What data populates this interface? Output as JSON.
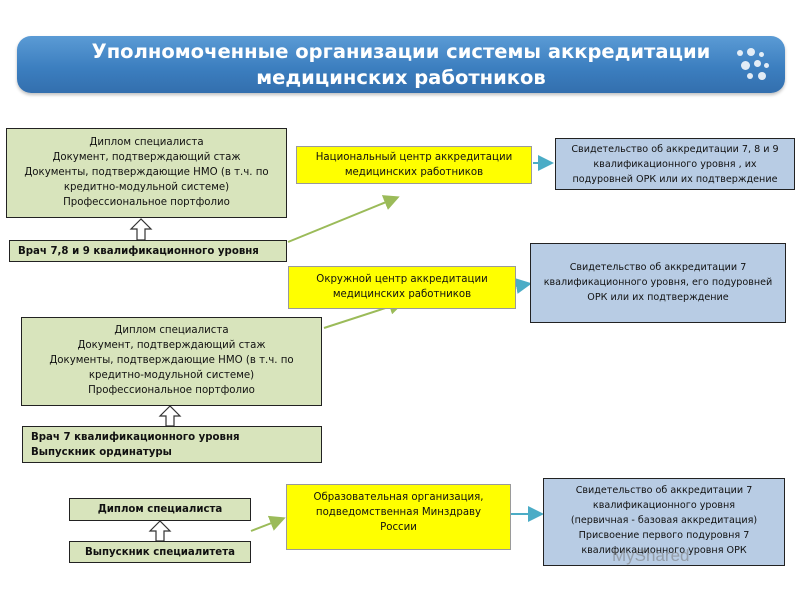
{
  "title": {
    "line1": "Уполномоченные организации системы аккредитации",
    "line2": "медицинских работников"
  },
  "group1": {
    "docs": [
      "Диплом специалиста",
      "Документ, подтверждающий стаж",
      "Документы, подтверждающие НМО (в т.ч. по",
      "кредитно-модульной системе)",
      "Профессиональное портфолио"
    ],
    "candidate": [
      "Врач 7,8 и 9 квалификационного уровня"
    ],
    "center": [
      "Национальный центр аккредитации",
      "медицинских работников"
    ],
    "result": [
      "Свидетельство об аккредитации 7, 8 и 9",
      "квалификационного уровня , их",
      "подуровней ОРК или их подтверждение"
    ]
  },
  "group2": {
    "docs": [
      "Диплом специалиста",
      "Документ, подтверждающий стаж",
      "Документы, подтверждающие НМО (в т.ч. по",
      "кредитно-модульной системе)",
      "Профессиональное портфолио"
    ],
    "candidate": [
      "Врач 7 квалификационного уровня",
      "Выпускник ординатуры"
    ],
    "center": [
      "Окружной центр аккредитации",
      "медицинских работников"
    ],
    "result": [
      "Свидетельство об аккредитации 7",
      "квалификационного уровня, его подуровней",
      "ОРК или их подтверждение"
    ]
  },
  "group3": {
    "docs": [
      "Диплом специалиста"
    ],
    "candidate": [
      "Выпускник специалитета"
    ],
    "center": [
      "Образовательная организация,",
      "подведомственная Минздраву",
      "России"
    ],
    "result": [
      "Свидетельство об аккредитации 7",
      "квалификационного уровня",
      "(первичная - базовая аккредитация)",
      "Присвоение первого подуровня 7",
      "квалификационного уровня ОРК"
    ]
  },
  "watermark": "MyShared",
  "colors": {
    "banner": "#3c7fc0",
    "docs_fill": "#d8e4bc",
    "center_fill": "#ffff00",
    "result_fill": "#b8cce4",
    "arrow": "#9bbb59",
    "arrow_right": "#4bacc6"
  }
}
